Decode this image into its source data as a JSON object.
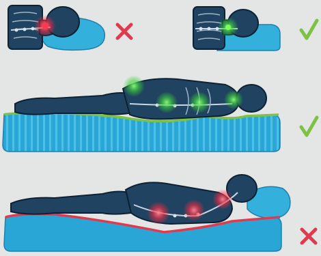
{
  "colors": {
    "background": "#e4e6e5",
    "body": "#1f4360",
    "body_outline": "#0d2134",
    "bone": "#9fb6c7",
    "mattress": "#2aa6d6",
    "mattress_light": "#4cc0e6",
    "pillow": "#34b0dc",
    "good": "#7dc242",
    "bad": "#e03a4e",
    "good_glow": "#5cd04a",
    "bad_glow": "#ff3246"
  },
  "panels": [
    {
      "label": "head-neck-low-pillow",
      "verdict": "incorrect",
      "mark_icon": "cross-icon"
    },
    {
      "label": "head-neck-supportive-pillow",
      "verdict": "correct",
      "mark_icon": "check-icon"
    },
    {
      "label": "body-supportive-mattress",
      "verdict": "correct",
      "mark_icon": "check-icon"
    },
    {
      "label": "body-sagging-mattress",
      "verdict": "incorrect",
      "mark_icon": "cross-icon"
    }
  ]
}
